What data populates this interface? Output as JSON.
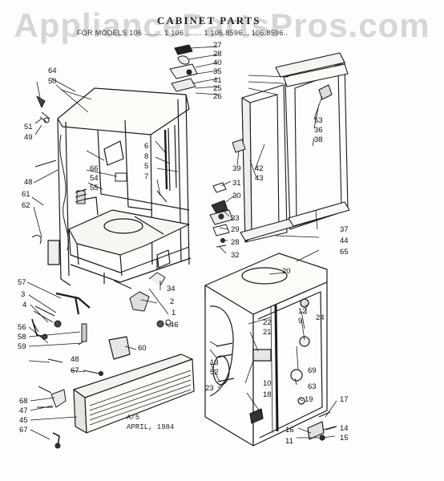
{
  "watermark": "AppliancePartsPros.com",
  "diagram": {
    "title": "CABINET PARTS",
    "subtitle": "FOR MODELS 106 ........ 1 106 ....... 1  106.8596... 106.8596..",
    "footer_code": "A/5",
    "footer_date": "APRIL, 1984"
  },
  "callouts": [
    "64",
    "50",
    "51",
    "49",
    "48",
    "61",
    "62",
    "57",
    "3",
    "4",
    "56",
    "58",
    "59",
    "68",
    "47",
    "45",
    "67",
    "48",
    "67",
    "66",
    "54",
    "55",
    "6",
    "8",
    "5",
    "7",
    "34",
    "2",
    "1",
    "46",
    "60",
    "27",
    "28",
    "40",
    "35",
    "41",
    "25",
    "26",
    "39",
    "31",
    "30",
    "33",
    "29",
    "28",
    "32",
    "53",
    "36",
    "38",
    "42",
    "43",
    "37",
    "44",
    "65",
    "20",
    "24",
    "12",
    "9",
    "22",
    "21",
    "13",
    "52",
    "23",
    "10",
    "18",
    "69",
    "63",
    "19",
    "17",
    "14",
    "15",
    "16",
    "11"
  ],
  "colors": {
    "ink": "#1a1a1a",
    "paper": "#fdfdfb",
    "watermark": "#969696"
  }
}
